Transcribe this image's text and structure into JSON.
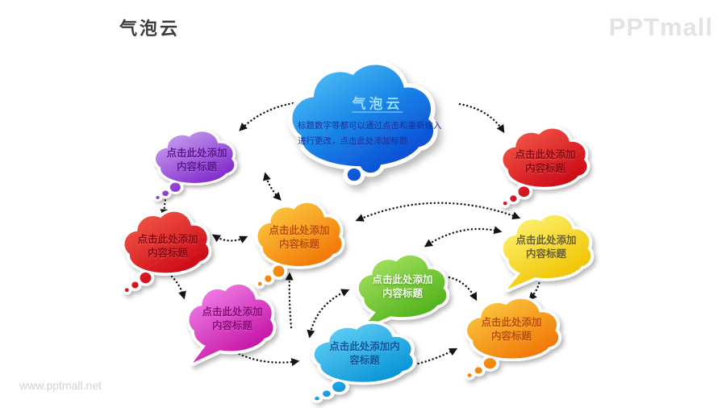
{
  "page": {
    "title": "气泡云",
    "brand": "PPTmall",
    "watermark": "www.pptmall.net"
  },
  "main_cloud": {
    "title": "气泡云",
    "body_line1": "标题数字等都可以通过点击和重新输入",
    "body_line2": "进行更改，点击此处添加标题",
    "color": "#1565e0"
  },
  "clouds": [
    {
      "name": "purple-top-left",
      "line1": "点击此处添加",
      "line2": "内容标题",
      "color": "#8c36cf"
    },
    {
      "name": "red-top-right",
      "line1": "点击此处添加",
      "line2": "内容标题",
      "color": "#df1020"
    },
    {
      "name": "red-left",
      "line1": "点击此处添加",
      "line2": "内容标题",
      "color": "#df1020"
    },
    {
      "name": "orange-center",
      "line1": "点击此处添加",
      "line2": "内容标题",
      "color": "#f68b10"
    },
    {
      "name": "yellow-right",
      "line1": "点击此处添加",
      "line2": "内容标题",
      "color": "#f7d800"
    },
    {
      "name": "green-center",
      "line1": "点击此处添加",
      "line2": "内容标题",
      "color": "#6cc52e"
    },
    {
      "name": "magenta-bottom-left",
      "line1": "点击此处添加",
      "line2": "内容标题",
      "color": "#db3bc8"
    },
    {
      "name": "cyan-bottom",
      "line1": "点击此处添加内",
      "line2": "容标题",
      "color": "#23aee8"
    },
    {
      "name": "orange-bottom-right",
      "line1": "点击此处添加",
      "line2": "内容标题",
      "color": "#f68b10"
    }
  ]
}
